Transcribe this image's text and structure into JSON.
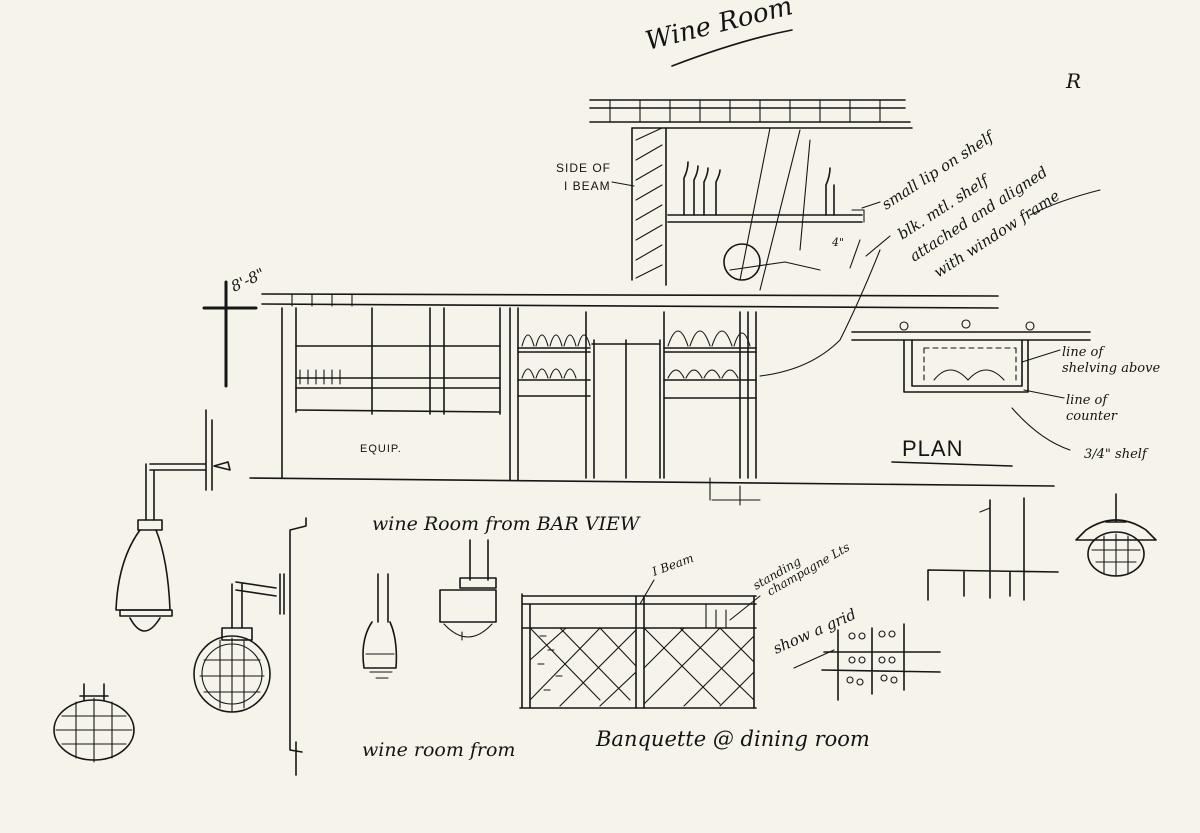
{
  "labels": {
    "title": "Wine Room",
    "side_of_ibeam": [
      "SIDE OF",
      "I BEAM"
    ],
    "dim_height": "8'-8\"",
    "dim_4": "4\"",
    "small_lip": "small lip on shelf",
    "blk_shelf": [
      "blk. mtl. shelf",
      "attached and aligned",
      "with window frame"
    ],
    "equip": "EQUIP.",
    "plan": "PLAN",
    "line_shelving": [
      "line of",
      "shelving above"
    ],
    "line_counter": [
      "line of",
      "counter"
    ],
    "shelf_note": "3/4\" shelf",
    "caption_bar_view": "wine Room from BAR VIEW",
    "caption_wine_room": "wine room from",
    "caption_banquette": "Banquette @ dining room",
    "i_beam": "I Beam",
    "standing": "standing",
    "champagne": "champagne Lts",
    "show_grid": "show a grid",
    "corner_mark": "R"
  }
}
